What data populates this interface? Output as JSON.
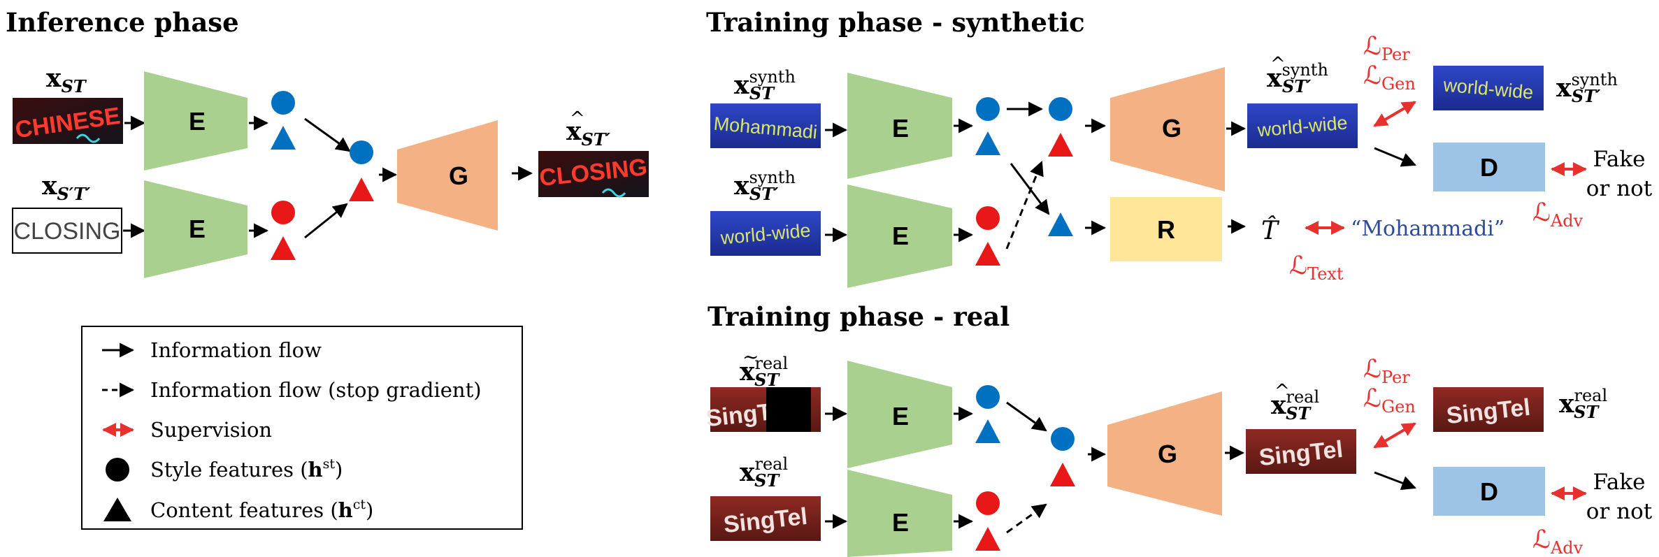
{
  "titles": {
    "inference": "Inference phase",
    "synthetic": "Training phase - synthetic",
    "real": "Training phase - real"
  },
  "module_labels": {
    "E": "E",
    "G": "G",
    "R": "R",
    "D": "D"
  },
  "image_texts": {
    "inference_input": "CHINESE",
    "inference_output": "CLOSING",
    "inference_content": "CLOSING",
    "synth_input": "Mohammadi",
    "synth_target": "world-wide",
    "real_text": "SingTel"
  },
  "vars": {
    "x": "x",
    "sub_st": "ST",
    "sub_stp": "ST′",
    "sub_sptp": "S′T′",
    "sup_synth": "synth",
    "sup_real": "real",
    "hat": "^",
    "tilde": "~"
  },
  "losses": {
    "L": "ℒ",
    "per": "Per",
    "gen": "Gen",
    "adv": "Adv",
    "text": "Text"
  },
  "recognition": {
    "t_hat": "T̂",
    "label": "“Mohammadi”"
  },
  "fake_or_not": {
    "line1": "Fake",
    "line2": "or not"
  },
  "legend": {
    "info_flow": "Information flow",
    "info_flow_stop": "Information flow (stop gradient)",
    "supervision": "Supervision",
    "style_prefix": "Style features (",
    "style_symbol": "h",
    "style_sup": "st",
    "content_prefix": "Content features (",
    "content_symbol": "h",
    "content_sup": "ct",
    "close": ")"
  },
  "colors": {
    "encoder": "#a9d08e",
    "generator": "#f4b183",
    "recognizer": "#ffe699",
    "discriminator": "#9dc3e6",
    "style_feature": "#0070c0",
    "content_feature": "#e81818",
    "supervision": "#e8302e",
    "loss_text": "#e8302e",
    "quote_text": "#2e4b9a"
  }
}
